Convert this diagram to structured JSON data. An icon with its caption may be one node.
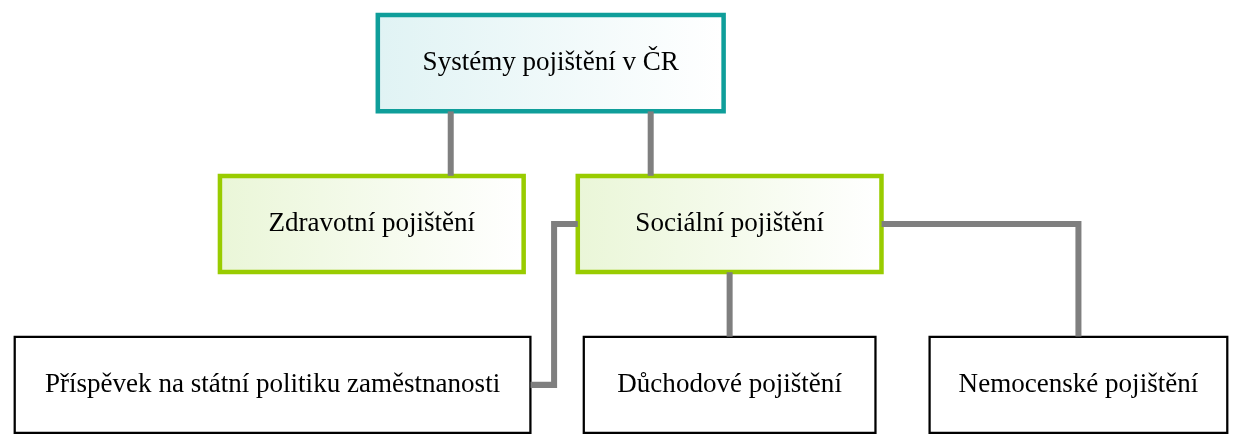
{
  "diagram": {
    "nodes": [
      {
        "text": [
          "Systémy pojištění v ČR"
        ]
      },
      {
        "text": [
          "Zdravotní pojištění"
        ]
      },
      {
        "text": [
          "Sociální pojištění"
        ]
      },
      {
        "text": [
          "Příspěvek na státní politiku zaměstnanosti"
        ]
      },
      {
        "text": [
          "Důchodové pojištění"
        ]
      },
      {
        "text": [
          "Nemocenské pojištění"
        ]
      }
    ],
    "edges": [
      {
        "from": 0,
        "to": 1,
        "arrow": "none"
      },
      {
        "from": 0,
        "to": 2,
        "arrow": "none"
      },
      {
        "from": 2,
        "to": 3,
        "arrow": "none"
      },
      {
        "from": 2,
        "to": 4,
        "arrow": "none"
      },
      {
        "from": 2,
        "to": 5,
        "arrow": "none"
      }
    ]
  }
}
